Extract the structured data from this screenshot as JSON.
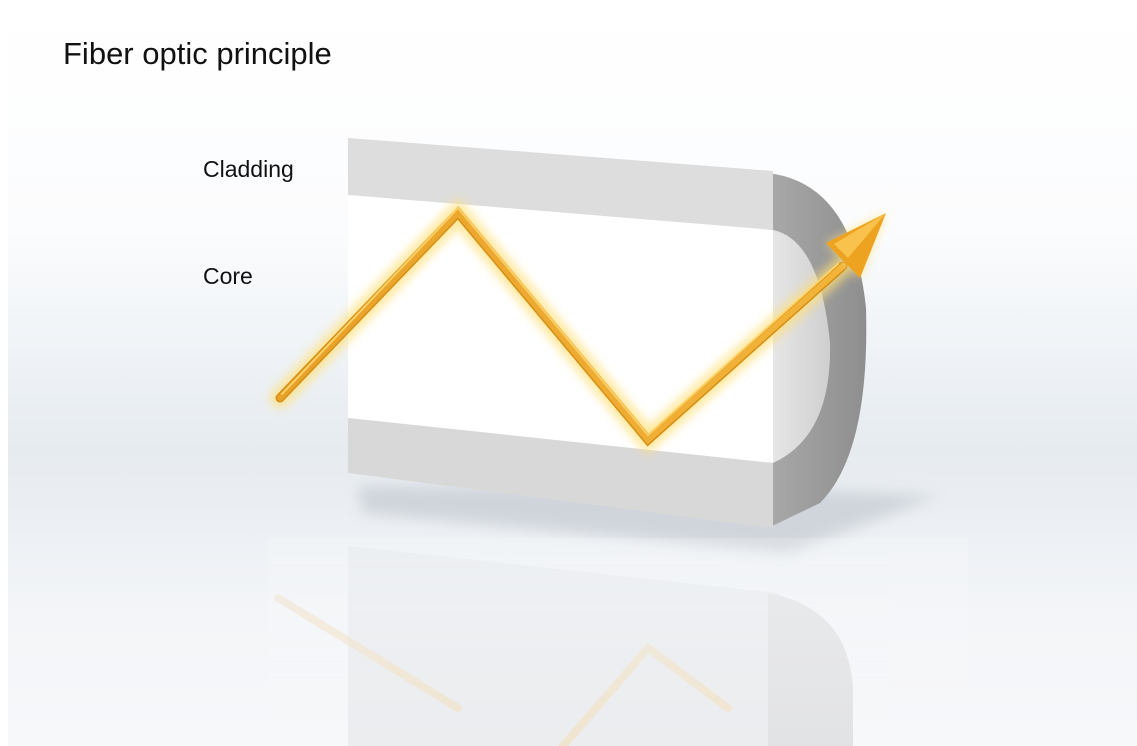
{
  "slide": {
    "title": "Fiber optic principle",
    "labels": {
      "cladding": "Cladding",
      "core": "Core"
    }
  },
  "colors": {
    "cladding": "#d9d9d9",
    "cladding_end": "#9a9a9a",
    "core": "#ffffff",
    "light_ray": "#f2a91c",
    "ray_glow": "#ffd86a"
  },
  "icons": {
    "ray": "arrow-right-up"
  }
}
